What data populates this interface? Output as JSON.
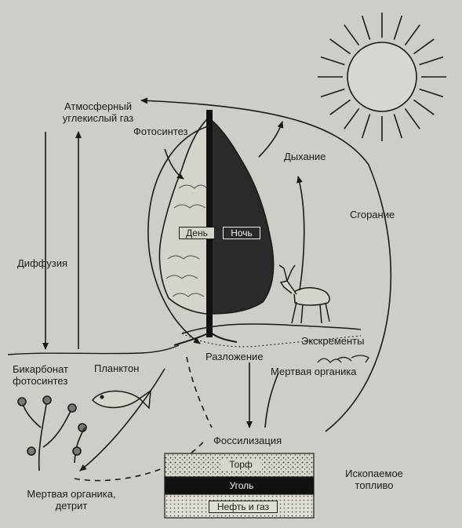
{
  "labels": {
    "co2": "Атмосферный\nуглекислый газ",
    "photosynthesis": "Фотосинтез",
    "respiration": "Дыхание",
    "combustion": "Сгорание",
    "diffusion": "Диффузия",
    "day": "День",
    "night": "Ночь",
    "excrement": "Экскременты",
    "decomposition": "Разложение",
    "dead_organic": "Мертвая органика",
    "bicarbonate": "Бикарбонат\nфотосинтез",
    "plankton": "Планктон",
    "fossilization": "Фоссилизация",
    "peat": "Торф",
    "coal": "Уголь",
    "oil_gas": "Нефть и газ",
    "fossil_fuel": "Ископаемое\nтопливо",
    "dead_organic_detritus": "Мертвая органика,\nдетрит"
  },
  "colors": {
    "ink": "#1a1a1a",
    "paper": "#cfcdc7"
  }
}
